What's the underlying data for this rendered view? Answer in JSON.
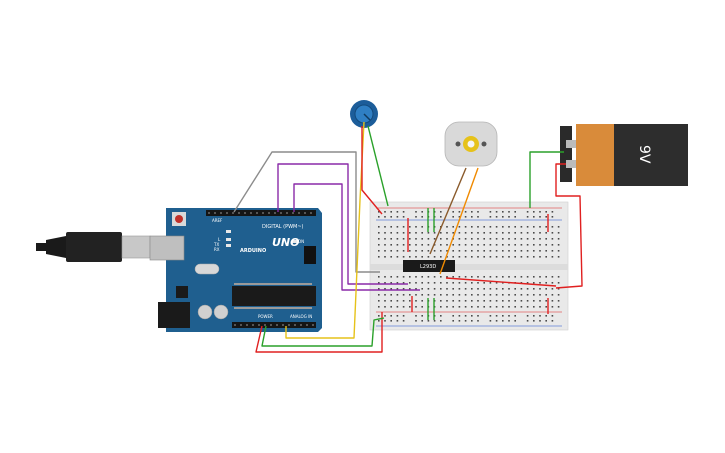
{
  "arduino": {
    "brand": "ARDUINO",
    "model": "UNO",
    "digital_label": "DIGITAL (PWM~)",
    "power_label": "POWER",
    "analog_label": "ANALOG IN",
    "aref_label": "AREF",
    "tx_label": "TX",
    "rx_label": "RX",
    "l_label": "L",
    "on_label": "ON"
  },
  "battery": {
    "label": "9V"
  },
  "chip": {
    "label": "L293D"
  },
  "colors": {
    "board_blue": "#1f5f8f",
    "breadboard": "#e9e9e9",
    "battery_orange": "#d98b3a",
    "wire_red": "#e02020",
    "wire_green": "#2aa12a",
    "wire_purple": "#8a2aa8",
    "wire_yellow": "#e6c21a",
    "wire_gray": "#8c8c8c",
    "wire_brown": "#8a5a2b",
    "wire_orange": "#f08a00"
  }
}
